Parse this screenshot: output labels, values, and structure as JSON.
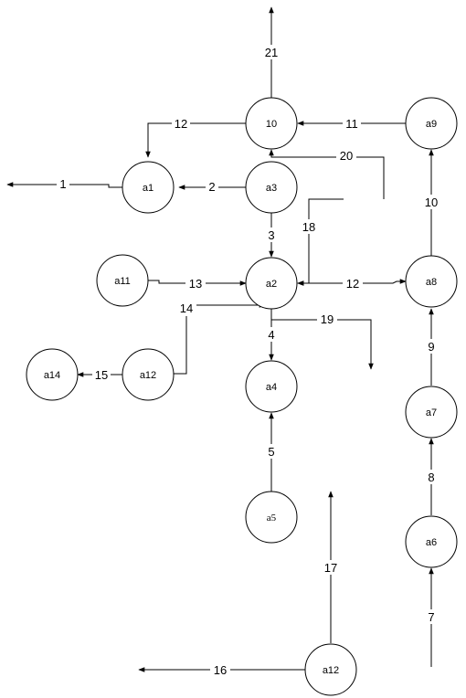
{
  "nodes": {
    "n10": {
      "label": "10"
    },
    "a9": {
      "label": "a9"
    },
    "a1": {
      "label": "a1"
    },
    "a3": {
      "label": "a3"
    },
    "a11": {
      "label": "a11"
    },
    "a2": {
      "label": "a2"
    },
    "a8": {
      "label": "a8"
    },
    "a14": {
      "label": "a14"
    },
    "a12_left": {
      "label": "a12"
    },
    "a4": {
      "label": "a4"
    },
    "a7": {
      "label": "a7"
    },
    "a5": {
      "label": "a5"
    },
    "a6": {
      "label": "a6"
    },
    "a12_bottom": {
      "label": "a12"
    }
  },
  "edges": {
    "e1": {
      "label": "1"
    },
    "e2": {
      "label": "2"
    },
    "e3": {
      "label": "3"
    },
    "e4": {
      "label": "4"
    },
    "e5": {
      "label": "5"
    },
    "e7": {
      "label": "7"
    },
    "e8": {
      "label": "8"
    },
    "e9": {
      "label": "9"
    },
    "e10": {
      "label": "10"
    },
    "e11": {
      "label": "11"
    },
    "e12_top": {
      "label": "12"
    },
    "e12_mid": {
      "label": "12"
    },
    "e13": {
      "label": "13"
    },
    "e14": {
      "label": "14"
    },
    "e15": {
      "label": "15"
    },
    "e16": {
      "label": "16"
    },
    "e17": {
      "label": "17"
    },
    "e18": {
      "label": "18"
    },
    "e19": {
      "label": "19"
    },
    "e20": {
      "label": "20"
    },
    "e21": {
      "label": "21"
    }
  }
}
